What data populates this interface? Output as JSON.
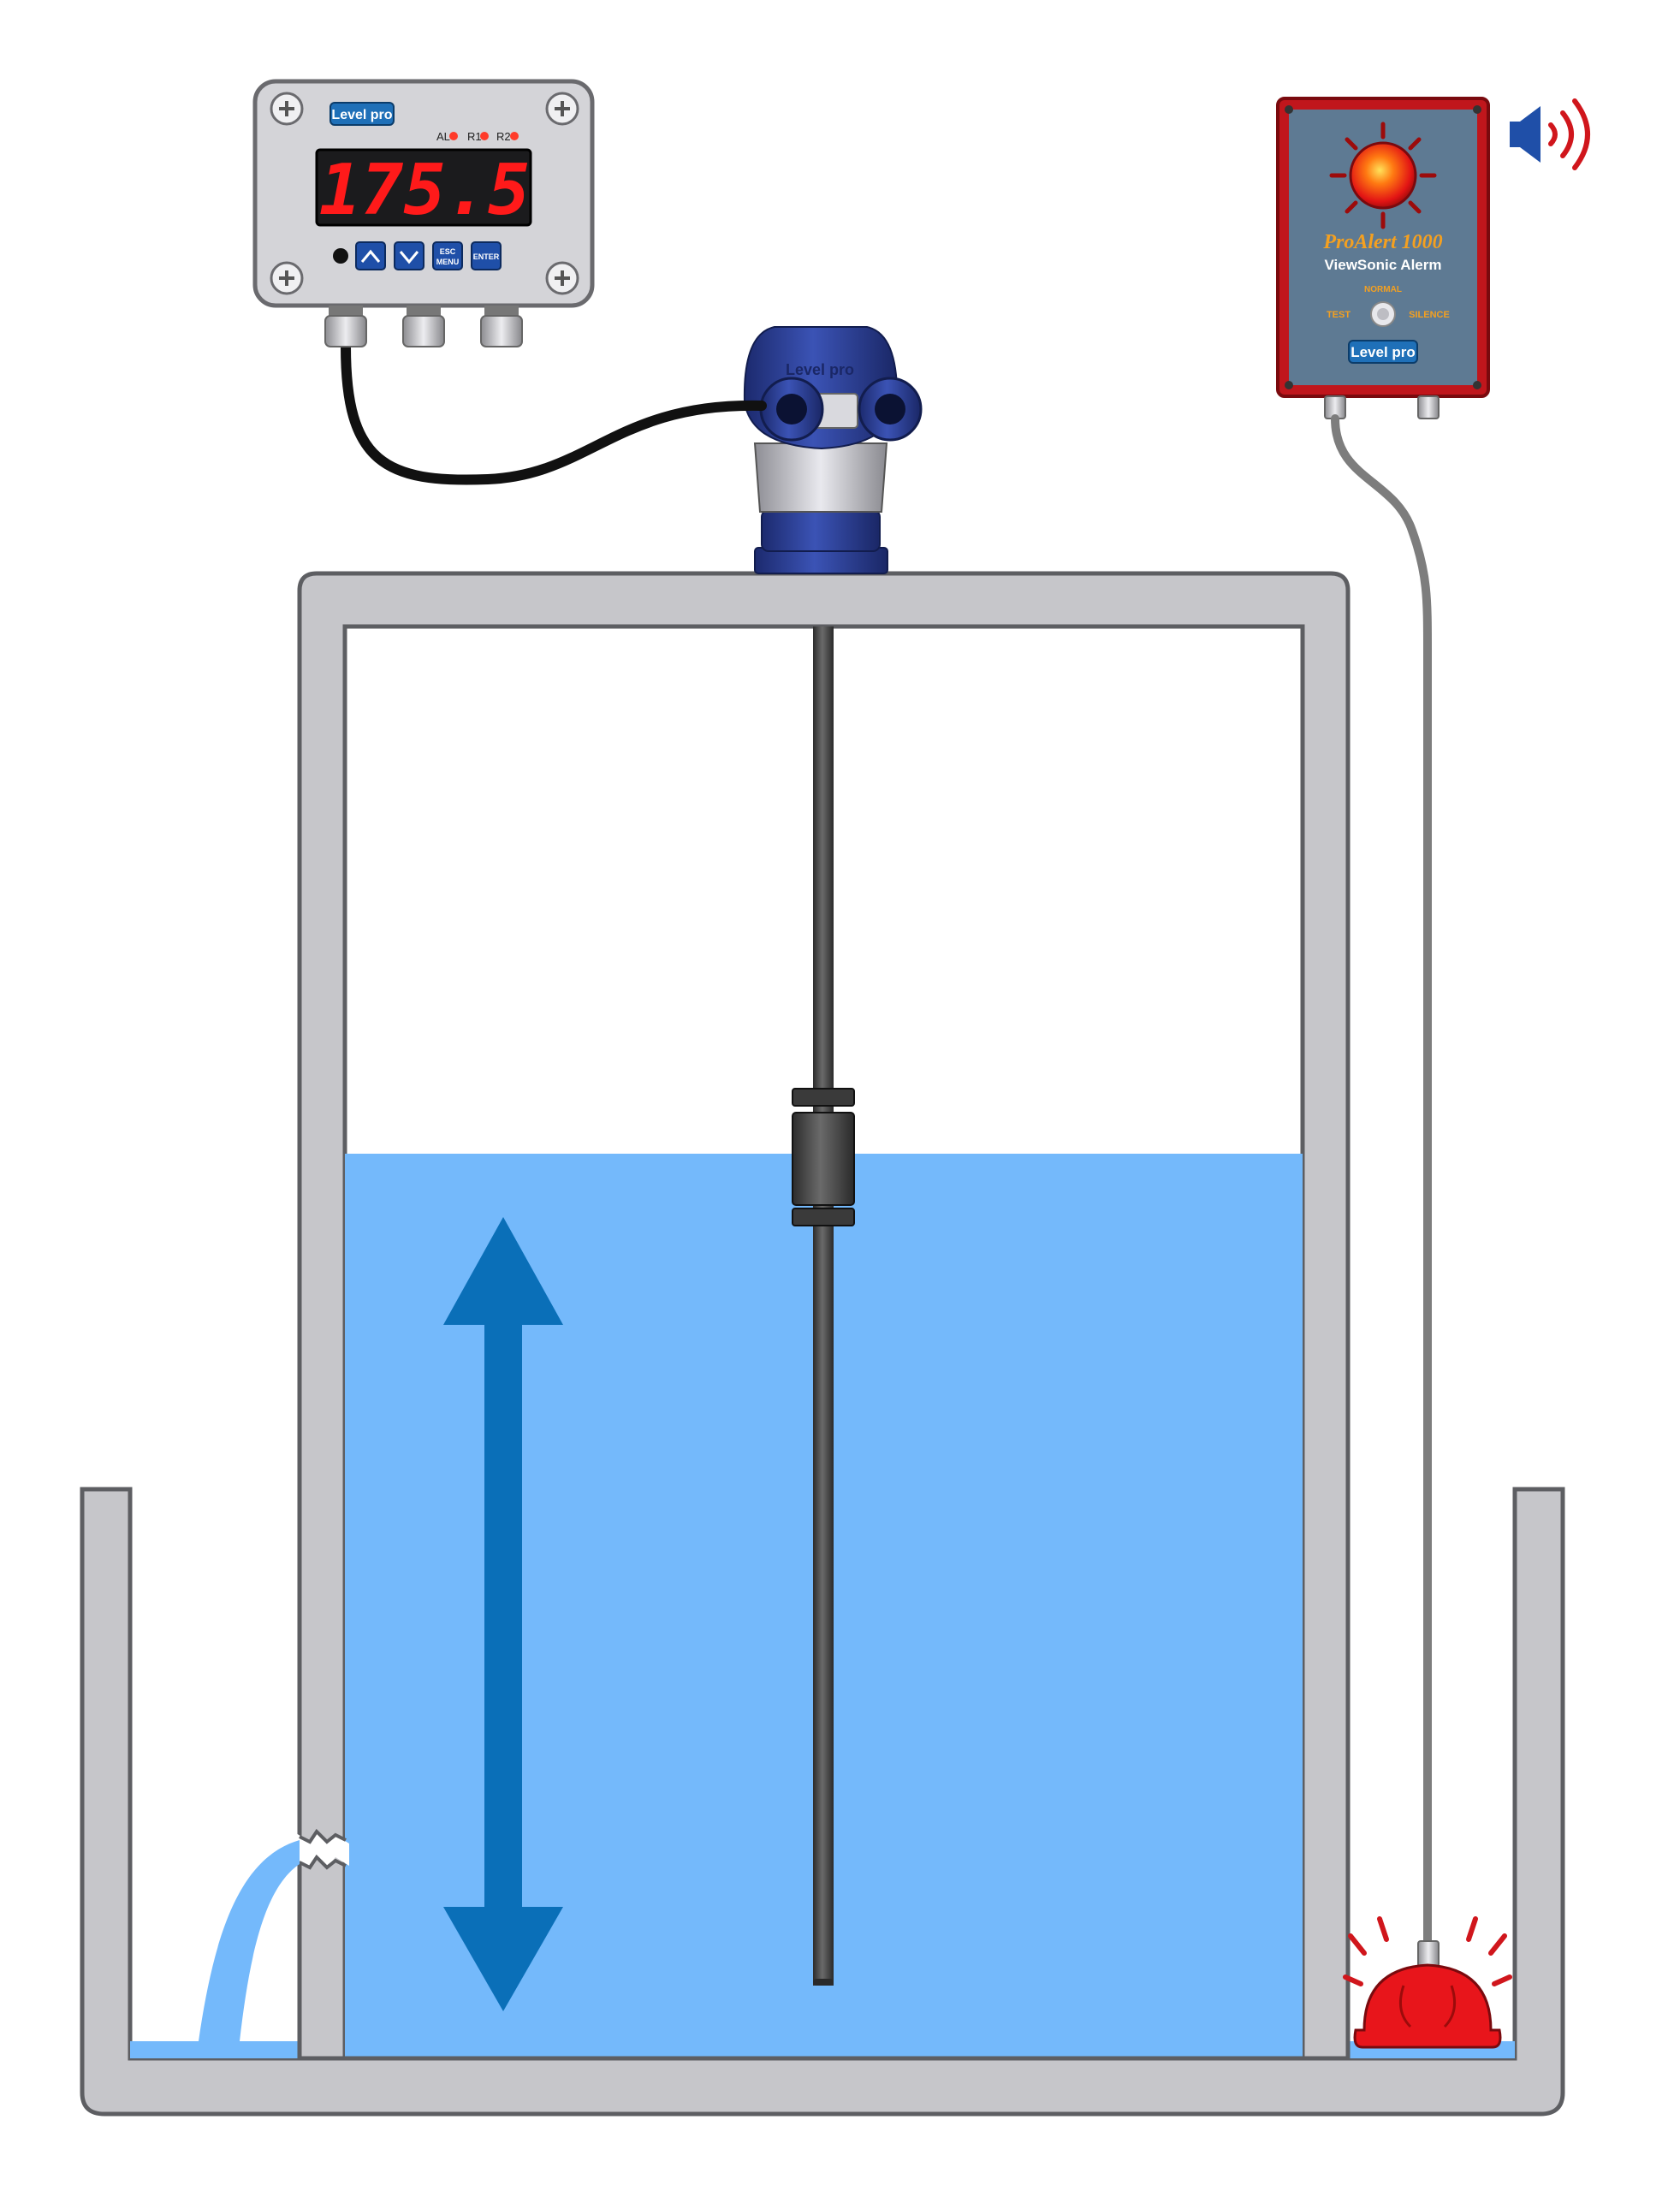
{
  "controller": {
    "brand": "Level pro",
    "led_labels": [
      "AL",
      "R1",
      "R2"
    ],
    "display_value": "175.5",
    "buttons": {
      "up": "up",
      "down": "down",
      "esc_line1": "ESC",
      "esc_line2": "MENU",
      "enter": "ENTER"
    }
  },
  "sensor": {
    "brand": "Level pro"
  },
  "alarm": {
    "title": "ProAlert 1000",
    "subtitle": "ViewSonic Alerm",
    "status": "NORMAL",
    "test_label": "TEST",
    "silence_label": "SILENCE",
    "brand": "Level pro"
  },
  "icons": {
    "speaker": "speaker-sound-icon",
    "beacon": "alarm-beacon-icon",
    "level_arrow": "level-range-arrow-icon",
    "screw": "plus-screw-icon"
  },
  "colors": {
    "water": "#74b9fb",
    "arrow": "#0a6fb8",
    "tank_wall": "#c6c6ca",
    "tank_outline": "#5d5e62",
    "display_digits": "#ff1a1a",
    "alarm_panel": "#5e7a93",
    "alarm_frame": "#c0161c",
    "alarm_title": "#f4a020",
    "beacon": "#e8151b"
  }
}
